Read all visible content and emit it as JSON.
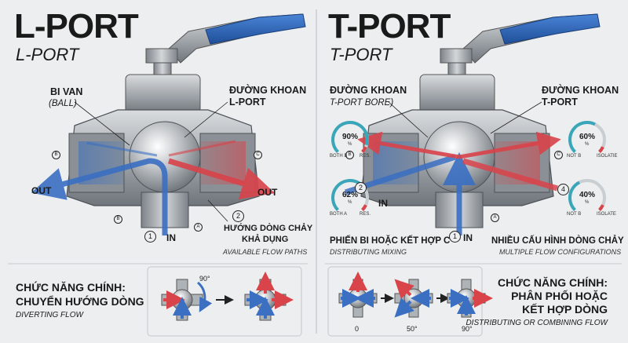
{
  "left": {
    "title": "L-PORT",
    "subtitle": "L-PORT",
    "ball_label": "BI VAN",
    "ball_label_en": "(BALL)",
    "bore_label_1": "ĐƯỜNG KHOAN",
    "bore_label_2": "L-PORT",
    "out_left": "OUT",
    "out_right": "OUT",
    "in": "IN",
    "port_in": "1",
    "port_2": "2",
    "port_a": "A",
    "port_b": "B",
    "port_b2": "B",
    "port_c": "C",
    "flow_label_1": "HƯỚNG DÒNG CHẢY",
    "flow_label_2": "KHẢ DỤNG",
    "flow_label_en": "AVAILABLE FLOW PATHS",
    "function_1": "CHỨC NĂNG CHÍNH:",
    "function_2": "CHUYỂN HƯỚNG DÒNG",
    "function_en": "DIVERTING FLOW",
    "rotation": "90°"
  },
  "right": {
    "title": "T-PORT",
    "subtitle": "T-PORT",
    "bore_label_1": "ĐƯỜNG KHOAN",
    "bore_label_en": "T-PORT BORE)",
    "bore2_label_1": "ĐƯỜNG KHOAN",
    "bore2_label_2": "T-PORT",
    "in": "IN",
    "port_in": "1",
    "port_2": "2",
    "port_4": "4",
    "port_a": "A",
    "port_b": "B",
    "port_c": "C",
    "mix_label": "PHIẾN BI HOẶC KẾT HỢP C",
    "mix_label_en": "DISTRIBUTING MIXING",
    "multi_label": "NHIỀU CẤU HÌNH DÒNG CHẢY",
    "multi_label_en": "MULTIPLE FLOW CONFIGURATIONS",
    "function_1": "CHỨC NĂNG CHÍNH:",
    "function_2": "PHÂN PHỐI HOẶC",
    "function_3": "KẾT HỢP DÒNG",
    "function_en": "DISTRIBUTING OR COMBINING FLOW",
    "angles": [
      "0",
      "50°",
      "90°"
    ],
    "gauges": [
      {
        "value": "90%",
        "unit": "%",
        "left": "BOTH B",
        "right": "RES.",
        "level": 0.9
      },
      {
        "value": "62%",
        "unit": "%",
        "left": "BOTH A",
        "right": "RES.",
        "level": 0.62
      },
      {
        "value": "60%",
        "unit": "%",
        "left": "NOT B",
        "right": "ISOLATIE",
        "level": 0.6
      },
      {
        "value": "40%",
        "unit": "%",
        "left": "NOT B",
        "right": "ISOLATE",
        "level": 0.4
      }
    ]
  },
  "colors": {
    "blue": "#3a6fc2",
    "red": "#d9434a",
    "handle": "#2f66b8",
    "metal": "#9aa0a6"
  }
}
